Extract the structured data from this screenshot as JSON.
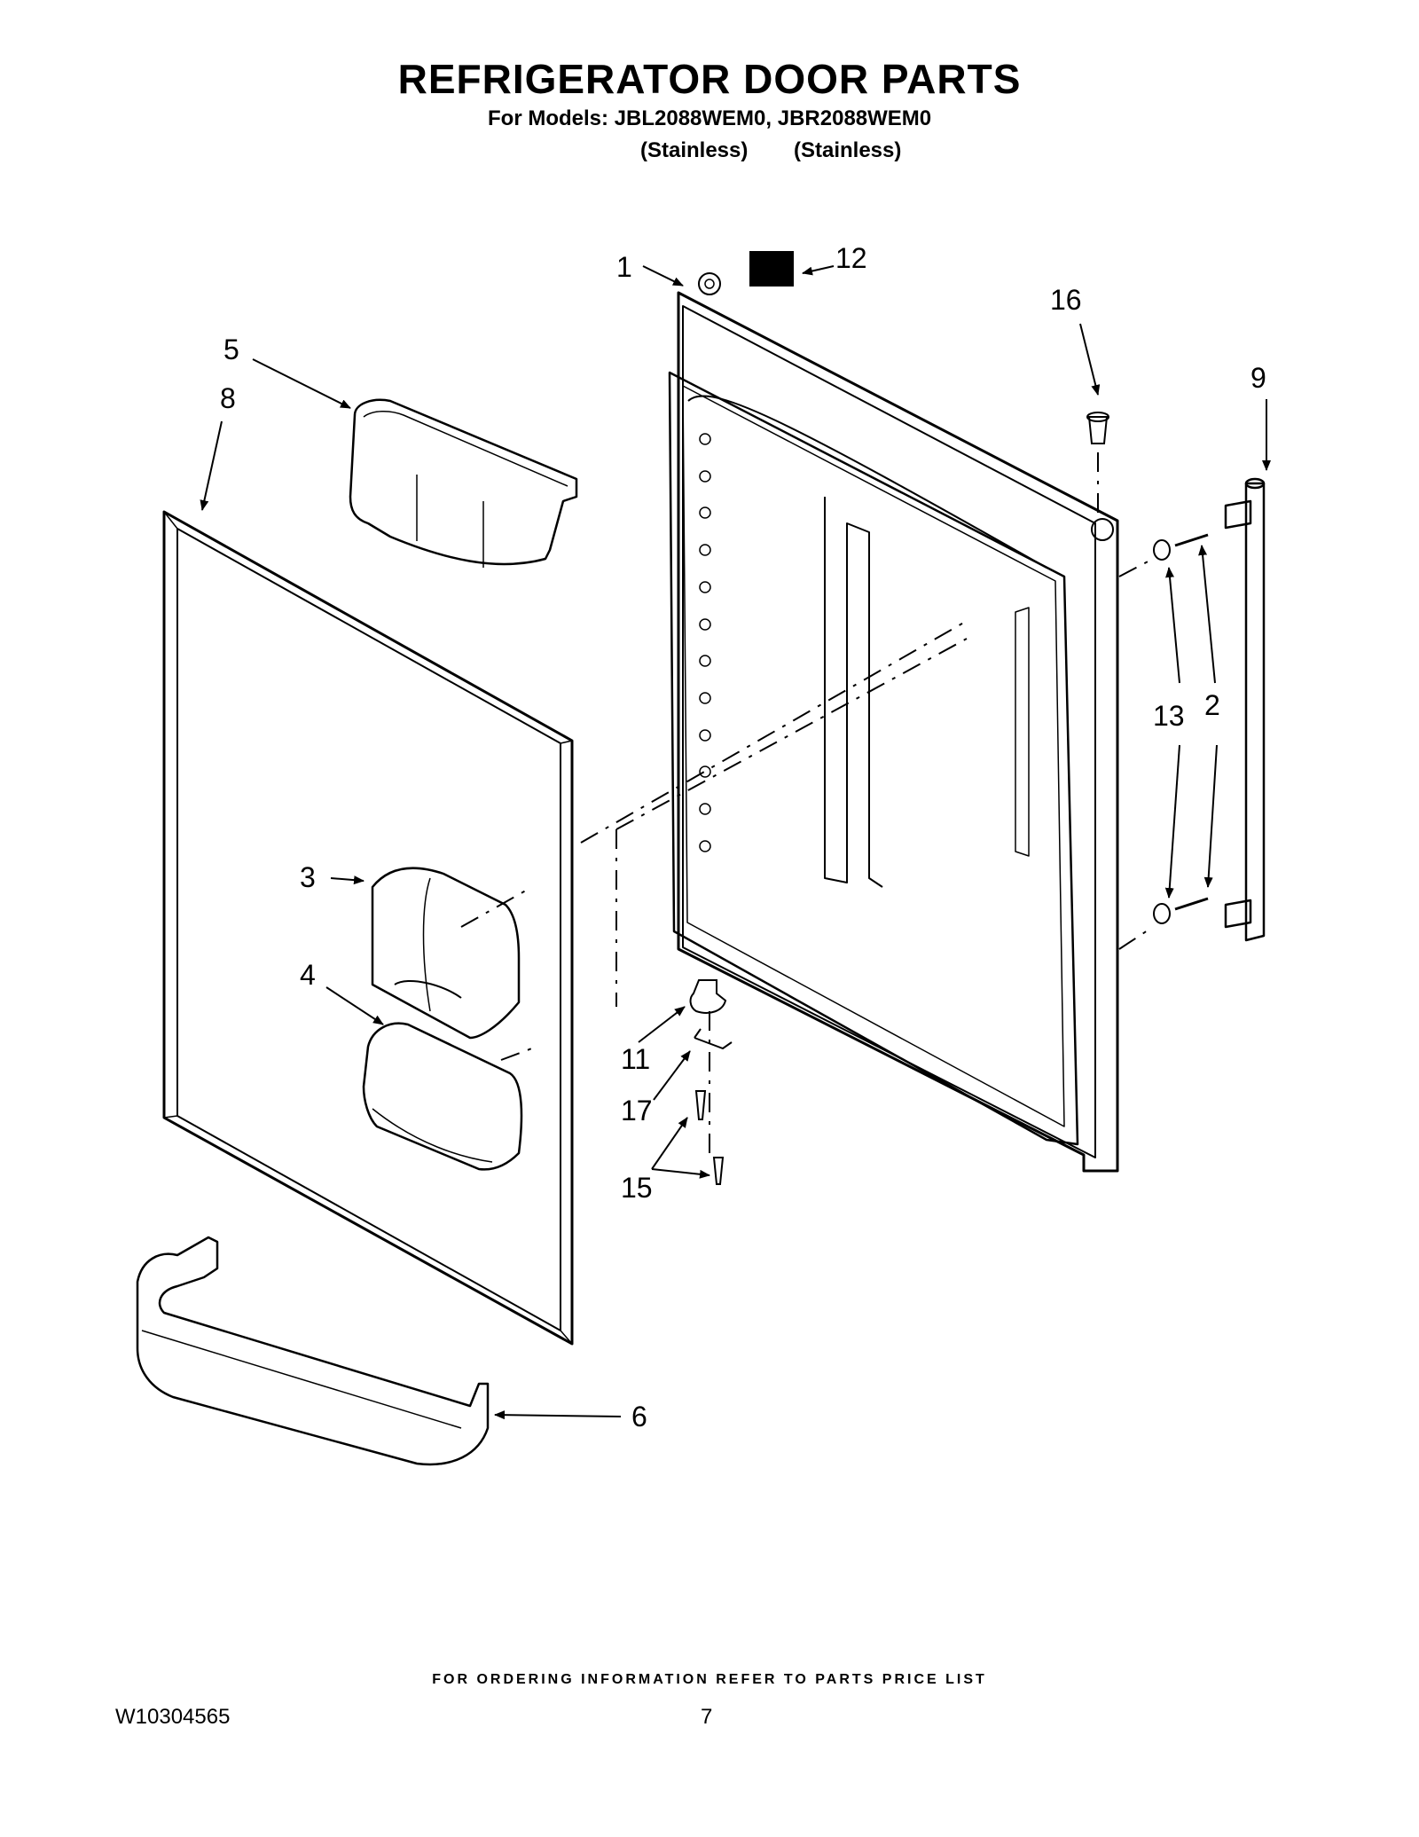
{
  "header": {
    "title": "REFRIGERATOR DOOR PARTS",
    "models_line": "For Models: JBL2088WEM0, JBR2088WEM0",
    "variant_1": "(Stainless)",
    "variant_2": "(Stainless)"
  },
  "callouts": {
    "c1": "1",
    "c2": "2",
    "c3": "3",
    "c4": "4",
    "c5": "5",
    "c6": "6",
    "c8": "8",
    "c9": "9",
    "c11": "11",
    "c12": "12",
    "c13": "13",
    "c15": "15",
    "c16": "16",
    "c17": "17"
  },
  "footer": {
    "ordering_note": "FOR ORDERING INFORMATION REFER TO PARTS PRICE LIST",
    "document_id": "W10304565",
    "page_number": "7"
  }
}
